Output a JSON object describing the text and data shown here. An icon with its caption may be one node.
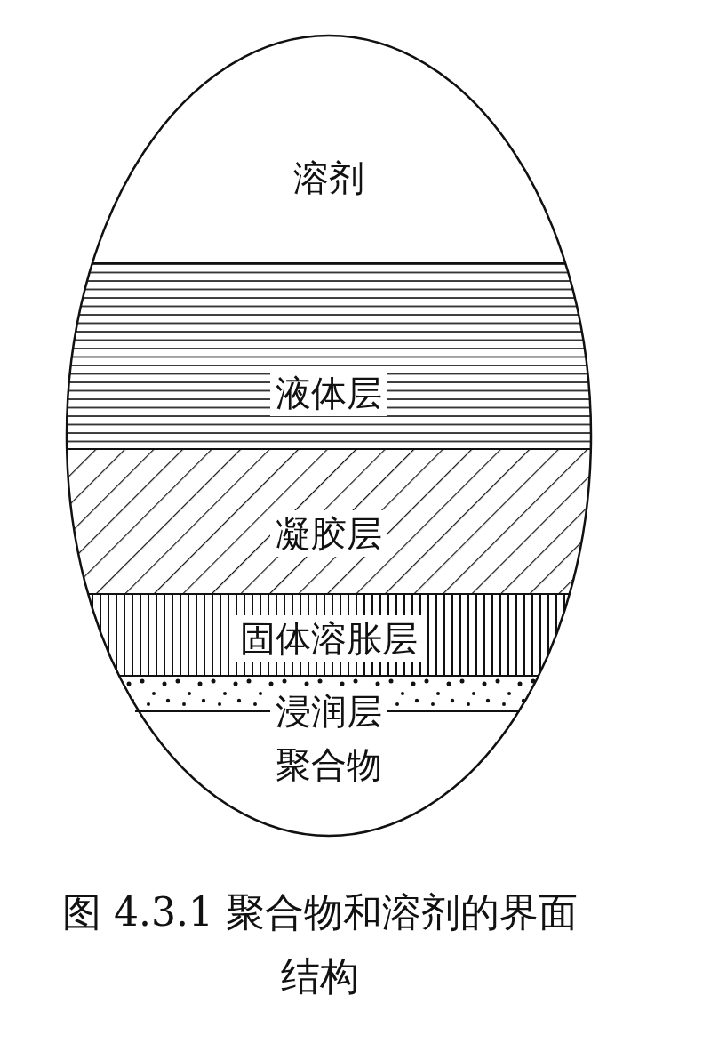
{
  "diagram": {
    "caption": "图 4.3.1 聚合物和溶剂的界面结构",
    "nodes": [
      {
        "text": [
          "溶剂"
        ]
      },
      {
        "text": [
          "液体层"
        ]
      },
      {
        "text": [
          "凝胶层"
        ]
      },
      {
        "text": [
          "固体溶胀层"
        ]
      },
      {
        "text": [
          "浸润层"
        ]
      },
      {
        "text": [
          "聚合物"
        ]
      }
    ]
  }
}
